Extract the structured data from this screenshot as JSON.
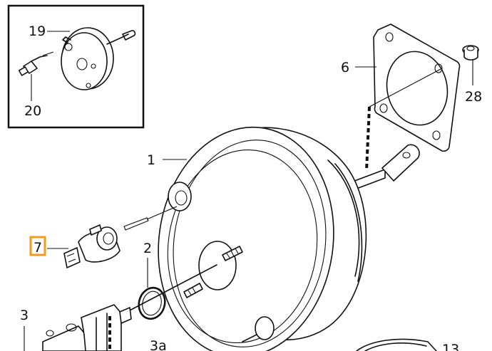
{
  "callouts": {
    "c1": "1",
    "c2": "2",
    "c3": "3",
    "c3a": "3a",
    "c6": "6",
    "c7": "7",
    "c13": "13",
    "c19": "19",
    "c20": "20",
    "c28": "28"
  },
  "highlight_color": "#f39a1e",
  "highlighted_callout": "7"
}
